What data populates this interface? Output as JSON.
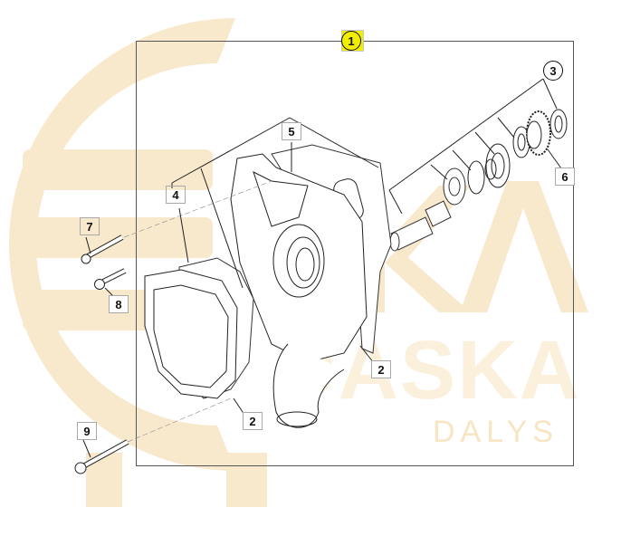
{
  "diagram": {
    "type": "exploded-parts-diagram",
    "subject": "water pump assembly",
    "callouts": [
      {
        "id": "1",
        "label": "1",
        "shape": "circle",
        "highlighted": true
      },
      {
        "id": "2a",
        "label": "2",
        "shape": "square"
      },
      {
        "id": "2b",
        "label": "2",
        "shape": "square"
      },
      {
        "id": "3",
        "label": "3",
        "shape": "circle"
      },
      {
        "id": "4",
        "label": "4",
        "shape": "square"
      },
      {
        "id": "5",
        "label": "5",
        "shape": "square"
      },
      {
        "id": "6",
        "label": "6",
        "shape": "square"
      },
      {
        "id": "7",
        "label": "7",
        "shape": "square"
      },
      {
        "id": "8",
        "label": "8",
        "shape": "square"
      },
      {
        "id": "9",
        "label": "9",
        "shape": "square"
      }
    ],
    "highlight_color": "#f2ee00",
    "line_color": "#222222"
  },
  "watermark": {
    "brand": "DASKA",
    "sub": "DALYS",
    "color": "#f7e5c4"
  }
}
